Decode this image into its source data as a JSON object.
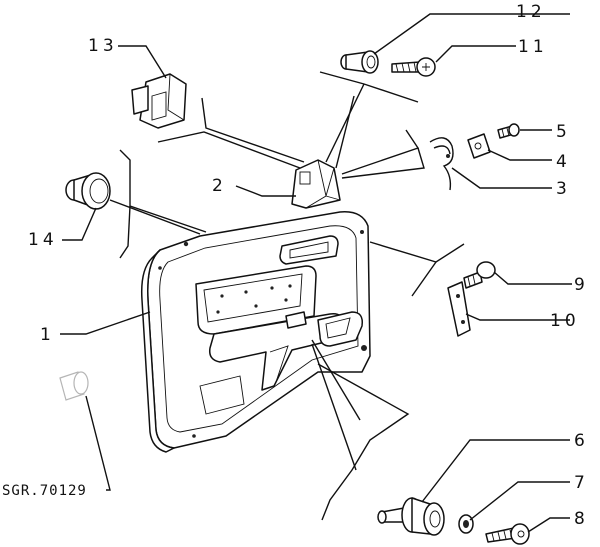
{
  "diagram": {
    "callouts": [
      {
        "id": "c1",
        "text": "1"
      },
      {
        "id": "c2",
        "text": "2"
      },
      {
        "id": "c3",
        "text": "3"
      },
      {
        "id": "c4",
        "text": "4"
      },
      {
        "id": "c5",
        "text": "5"
      },
      {
        "id": "c6",
        "text": "6"
      },
      {
        "id": "c7",
        "text": "7"
      },
      {
        "id": "c8",
        "text": "8"
      },
      {
        "id": "c9",
        "text": "9"
      },
      {
        "id": "c10",
        "text": "10"
      },
      {
        "id": "c11",
        "text": "11"
      },
      {
        "id": "c12",
        "text": "12"
      },
      {
        "id": "c13",
        "text": "13"
      },
      {
        "id": "c14",
        "text": "14"
      }
    ],
    "reference_code": "SGR.70129"
  }
}
